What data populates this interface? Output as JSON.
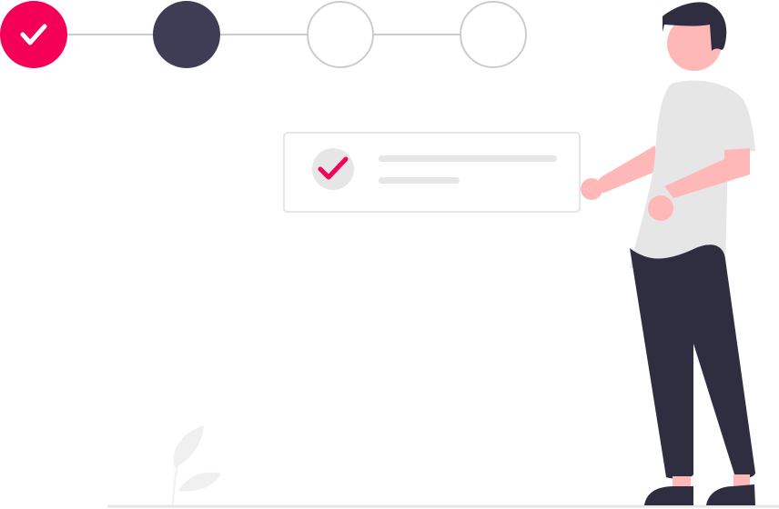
{
  "illustration": {
    "steps": [
      {
        "state": "completed",
        "icon": "check-icon"
      },
      {
        "state": "current"
      },
      {
        "state": "pending"
      },
      {
        "state": "pending"
      }
    ],
    "card": {
      "icon": "check-icon",
      "state": "completed"
    },
    "colors": {
      "accent": "#f50057",
      "dark": "#2f2e41",
      "skin": "#ffb8b8",
      "shirt": "#e6e6e6",
      "line": "#e6e6e6",
      "pending_border": "#cccccc"
    }
  }
}
